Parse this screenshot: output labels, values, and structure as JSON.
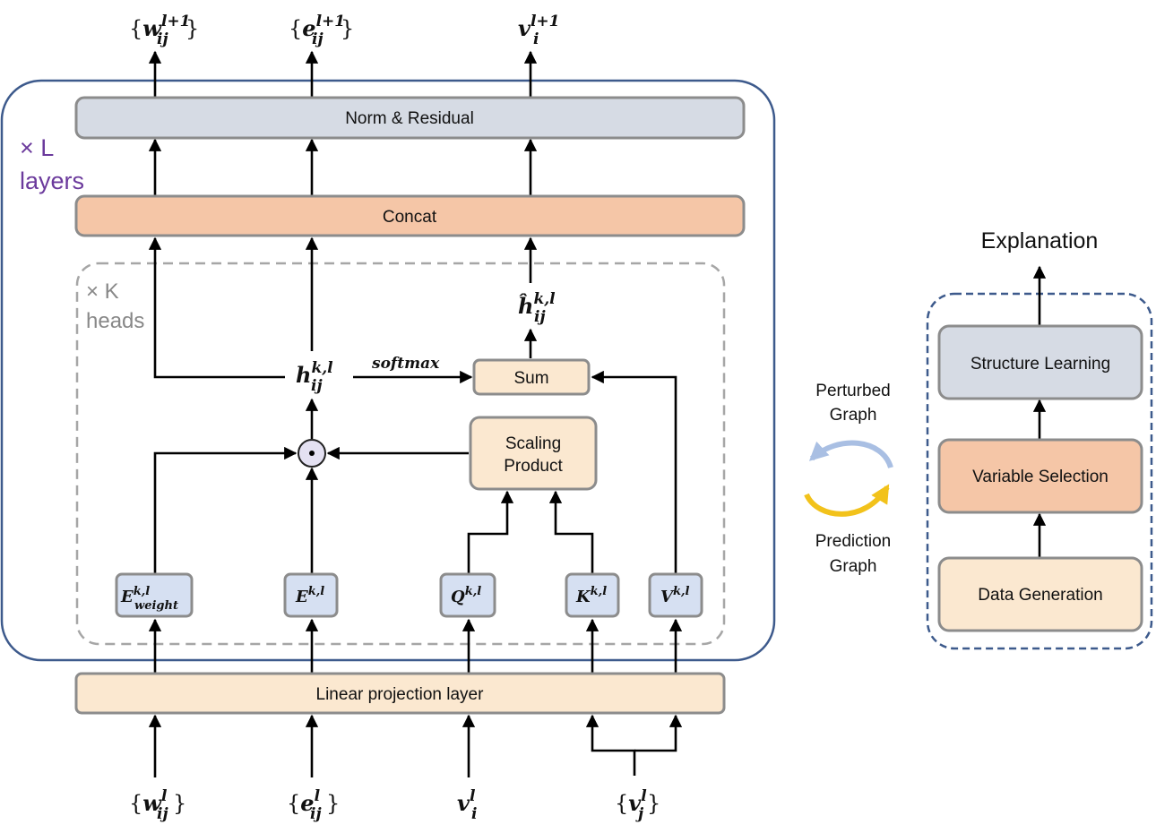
{
  "layer_repeat": {
    "times": "× L",
    "word": "layers"
  },
  "head_repeat": {
    "times": "× K",
    "word": "heads"
  },
  "blocks": {
    "norm_residual": "Norm & Residual",
    "concat": "Concat",
    "sum": "Sum",
    "scaling_product": [
      "Scaling",
      "Product"
    ],
    "linear_projection": "Linear projection layer"
  },
  "edge_labels": {
    "softmax": "softmax"
  },
  "math": {
    "outputs": [
      {
        "pre": "{",
        "base": "w",
        "sup": "l+1",
        "sub": "ij",
        "post": "}"
      },
      {
        "pre": "{",
        "base": "e",
        "sup": "l+1",
        "sub": "ij",
        "post": "}"
      },
      {
        "pre": "",
        "base": "v",
        "sup": "l+1",
        "sub": "i",
        "post": ""
      }
    ],
    "inputs": [
      {
        "pre": "{",
        "base": "w",
        "sup": "l",
        "sub": "ij",
        "post": "}"
      },
      {
        "pre": "{",
        "base": "e",
        "sup": "l",
        "sub": "ij",
        "post": "}"
      },
      {
        "pre": "",
        "base": "v",
        "sup": "l",
        "sub": "i",
        "post": ""
      },
      {
        "pre": "{",
        "base": "v",
        "sup": "l",
        "sub": "j",
        "post": "}"
      }
    ],
    "h": {
      "base": "h",
      "sup": "k,l",
      "sub": "ij"
    },
    "h_hat": {
      "base": "ĥ",
      "sup": "k,l",
      "sub": "ij"
    },
    "projections": [
      {
        "base": "E",
        "sup": "k,l",
        "sub": "weight"
      },
      {
        "base": "E",
        "sup": "k,l",
        "sub": ""
      },
      {
        "base": "Q",
        "sup": "k,l",
        "sub": ""
      },
      {
        "base": "K",
        "sup": "k,l",
        "sub": ""
      },
      {
        "base": "V",
        "sup": "k,l",
        "sub": ""
      }
    ],
    "hadamard": "⊙"
  },
  "cycle": {
    "top": [
      "Perturbed",
      "Graph"
    ],
    "bottom": [
      "Prediction",
      "Graph"
    ],
    "colors": {
      "top_arrow": "#a9bfe3",
      "bottom_arrow": "#f2c21b"
    }
  },
  "pipeline": {
    "title": "Explanation",
    "steps": [
      "Structure Learning",
      "Variable Selection",
      "Data Generation"
    ]
  },
  "colors": {
    "outer_frame": "#3d5a8c",
    "repeat_text": "#6b3a9c",
    "head_frame": "#a6a6a6",
    "norm_fill": "#d6dbe4",
    "concat_fill": "#f5c6a7",
    "beige_fill": "#fbe8d0",
    "projection_fill": "#d6e0f2",
    "structure_fill": "#d6dbe4",
    "variable_fill": "#f5c6a7",
    "data_fill": "#fbe8d0"
  }
}
